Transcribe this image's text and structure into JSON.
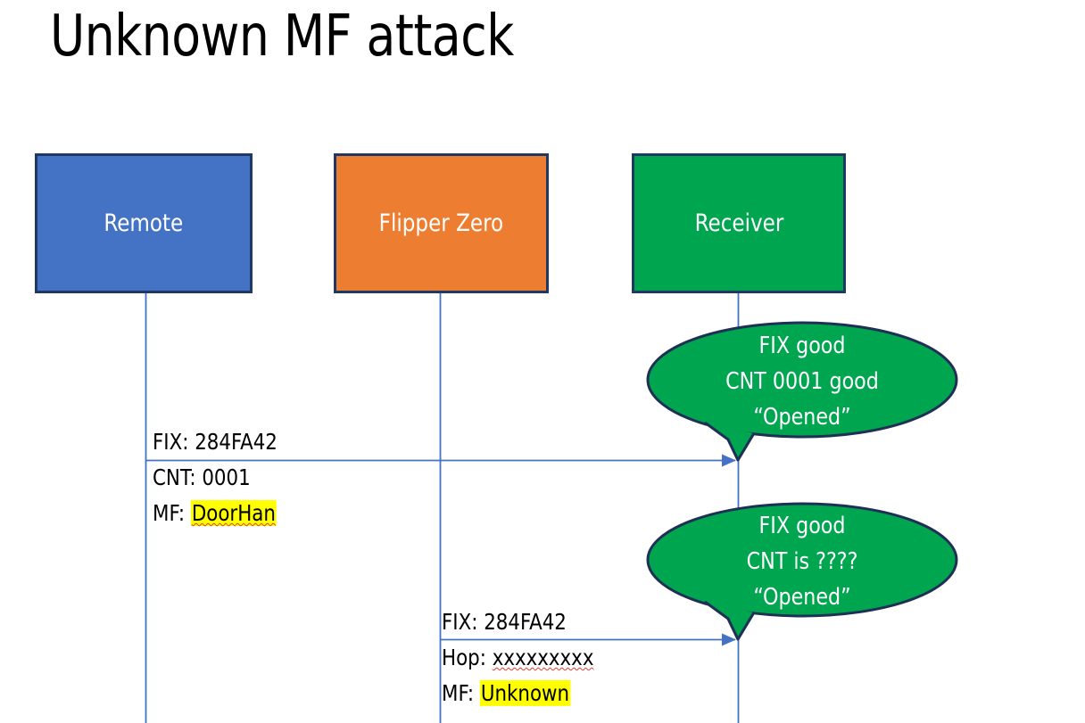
{
  "slide": {
    "title": "Unknown MF attack",
    "background_color": "#FFFFFF"
  },
  "colors": {
    "remote_fill": "#4472C4",
    "flipper_fill": "#ED7D31",
    "receiver_fill": "#00A550",
    "box_border": "#1F3864",
    "lifeline": "#4472C4",
    "arrow": "#4472C4",
    "callout_fill": "#00A550",
    "callout_border": "#1F3055",
    "highlight": "#FFFF00",
    "spellcheck_underline": "#E03C31",
    "label_text": "#000000",
    "box_text": "#FFFFFF"
  },
  "actors": [
    {
      "id": "remote",
      "label": "Remote"
    },
    {
      "id": "flipper",
      "label": "Flipper Zero"
    },
    {
      "id": "receiver",
      "label": "Receiver"
    }
  ],
  "messages": [
    {
      "id": "msg-1",
      "from": "remote",
      "to": "receiver",
      "lines": [
        {
          "text": "FIX: 284FA42",
          "highlight": false,
          "spellcheck": false
        },
        {
          "text": "CNT: 0001",
          "highlight": false,
          "spellcheck": false
        }
      ],
      "prefix": "MF: ",
      "value": "DoorHan",
      "value_highlighted": true,
      "value_spellchecked": true
    },
    {
      "id": "msg-2",
      "from": "flipper",
      "to": "receiver",
      "lines": [
        {
          "text": "FIX: 284FA42",
          "highlight": false,
          "spellcheck": false
        }
      ],
      "hop_prefix": "Hop: ",
      "hop_value": "xxxxxxxxx",
      "hop_spellchecked": true,
      "prefix": "MF: ",
      "value": "Unknown",
      "value_highlighted": true,
      "value_spellchecked": false
    }
  ],
  "callouts": [
    {
      "id": "callout-1",
      "attached_to": "receiver",
      "lines": [
        "FIX good",
        "CNT 0001 good",
        "“Opened”"
      ]
    },
    {
      "id": "callout-2",
      "attached_to": "receiver",
      "lines": [
        "FIX good",
        "CNT is ????",
        "“Opened”"
      ]
    }
  ],
  "msg1": {
    "line1": "FIX: 284FA42",
    "line2": "CNT: 0001",
    "line3_prefix": "MF: ",
    "line3_value": "DoorHan"
  },
  "msg2": {
    "line1": "FIX: 284FA42",
    "line2_prefix": "Hop: ",
    "line2_value": "xxxxxxxxx",
    "line3_prefix": "MF: ",
    "line3_value": "Unknown"
  },
  "callout1": {
    "line1": "FIX good",
    "line2": "CNT 0001 good",
    "line3": "“Opened”"
  },
  "callout2": {
    "line1": "FIX good",
    "line2": "CNT is ????",
    "line3": "“Opened”"
  }
}
